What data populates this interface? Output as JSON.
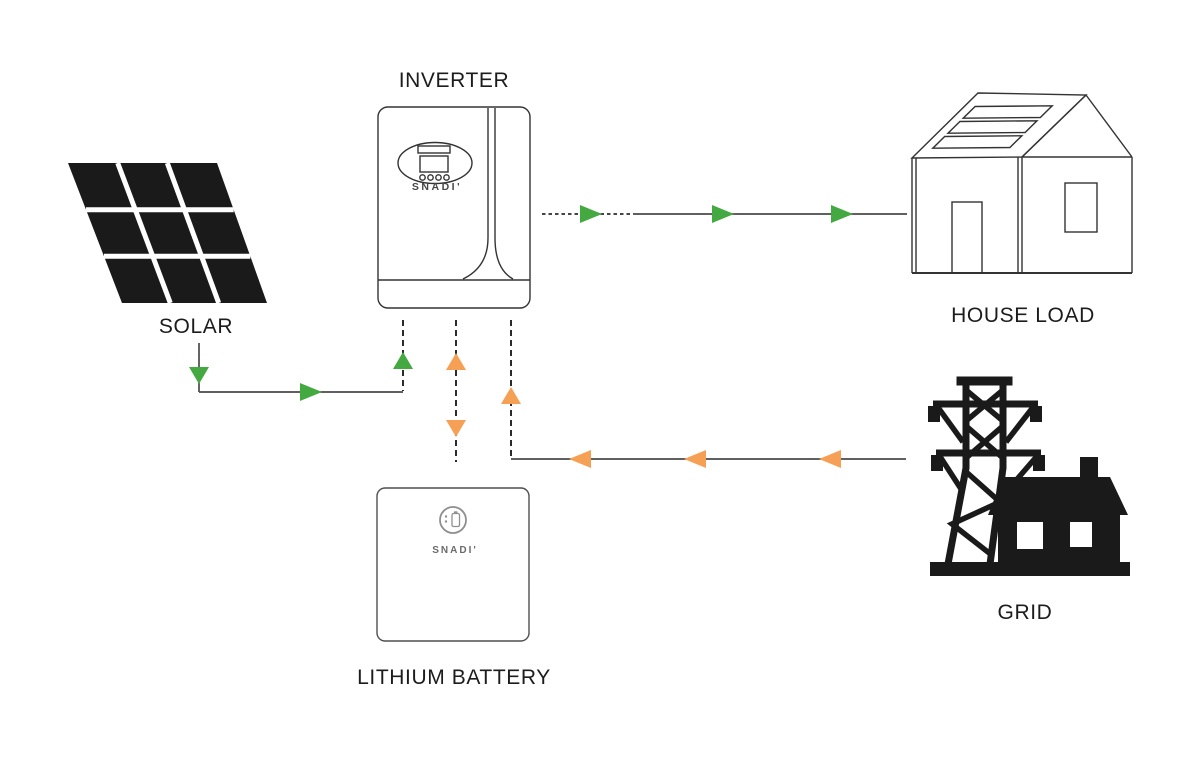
{
  "colors": {
    "flow_green": "#43a940",
    "flow_orange": "#f5a054",
    "connector": "#4a4a4a",
    "outline": "#333333",
    "silhouette": "#1a1a1a",
    "label_text": "#1c1c1c"
  },
  "nodes": {
    "solar": {
      "label": "SOLAR",
      "icon": "solar-panel-icon"
    },
    "inverter": {
      "label": "INVERTER",
      "brand": "SNADI'",
      "icon": "inverter-unit-icon"
    },
    "house_load": {
      "label": "HOUSE LOAD",
      "icon": "house-outline-icon"
    },
    "grid": {
      "label": "GRID",
      "icon": "power-tower-icon"
    },
    "battery": {
      "label": "LITHIUM BATTERY",
      "brand": "SNADI'",
      "icon": "battery-box-icon"
    }
  },
  "flows": [
    {
      "from": "solar",
      "to": "inverter",
      "color": "green",
      "direction": "one-way",
      "style": "solid-then-dashed"
    },
    {
      "from": "inverter",
      "to": "house_load",
      "color": "green",
      "direction": "one-way",
      "style": "dashed-then-solid"
    },
    {
      "from": "inverter",
      "to": "battery",
      "color": "orange",
      "direction": "bidirectional",
      "style": "dashed"
    },
    {
      "from": "grid",
      "to": "inverter",
      "color": "orange",
      "direction": "one-way",
      "style": "solid-then-dashed"
    }
  ]
}
